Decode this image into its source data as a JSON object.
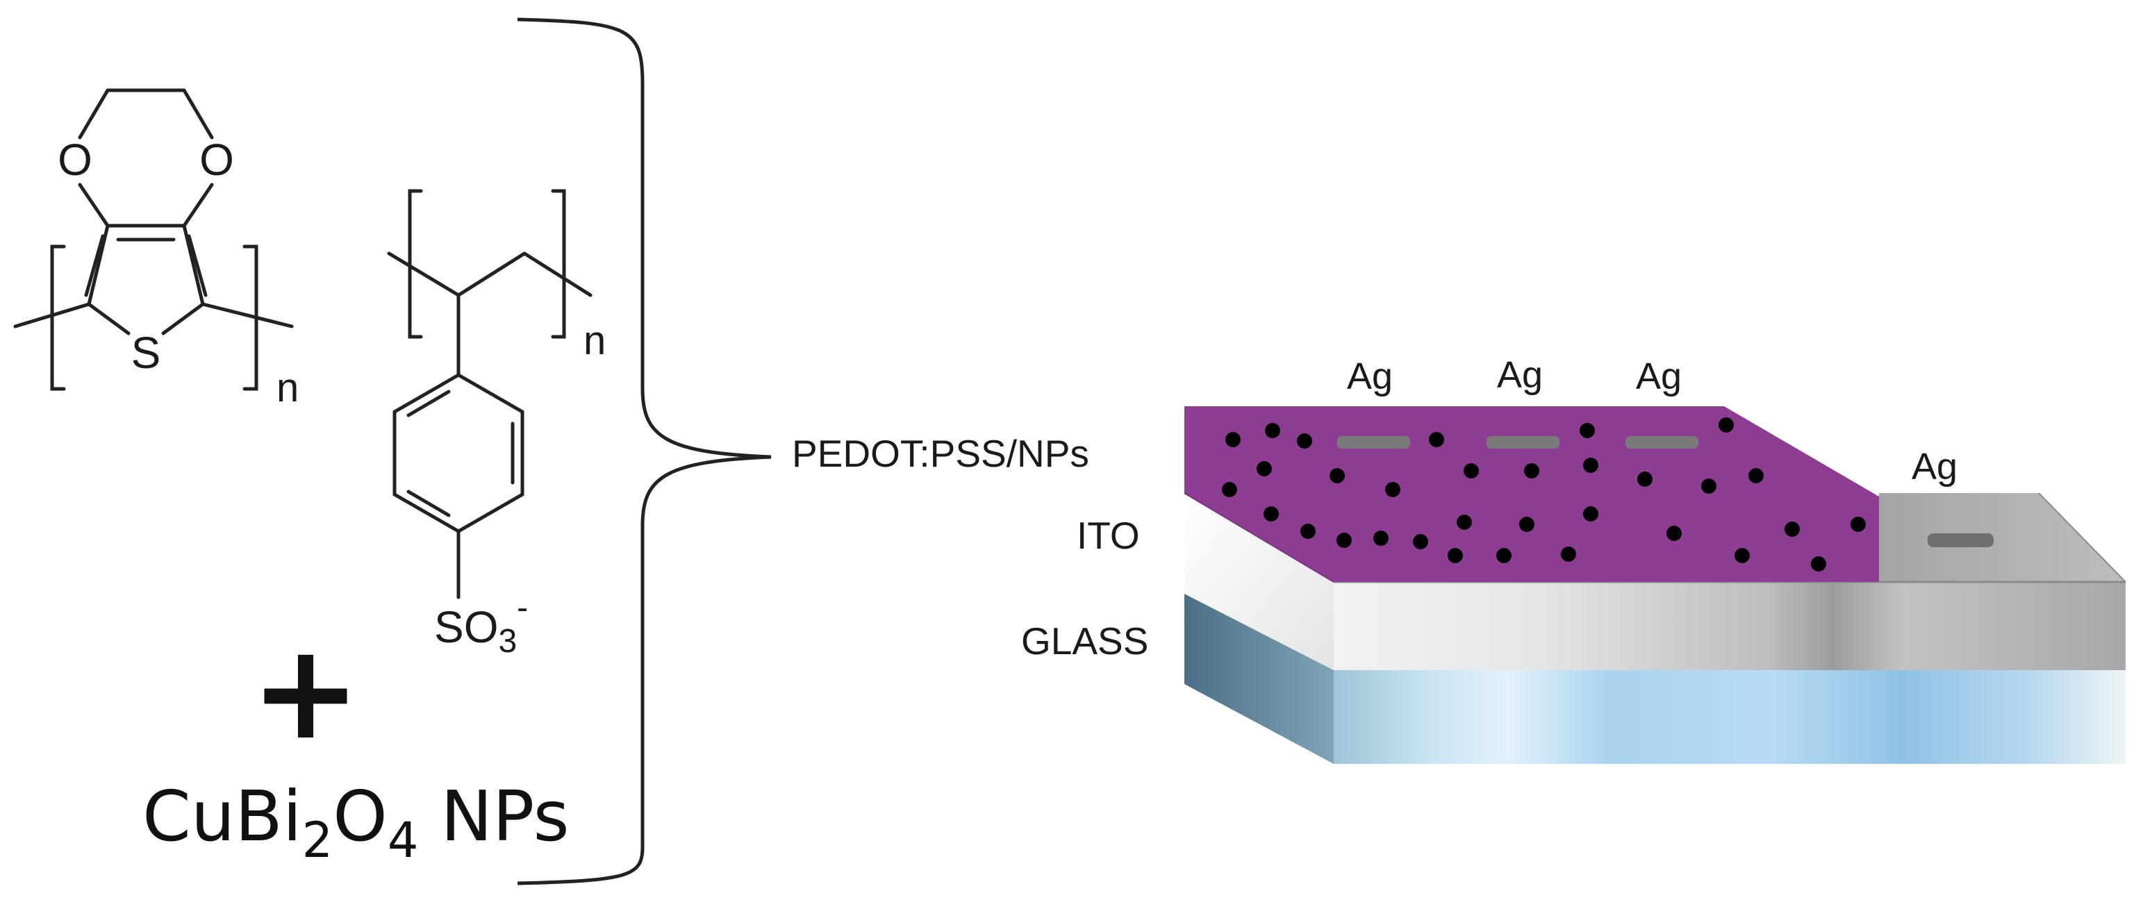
{
  "pedot": {
    "oxygen_left": "O",
    "oxygen_right": "O",
    "sulfur": "S",
    "repeat_subscript": "n"
  },
  "pss": {
    "repeat_subscript": "n",
    "sulfonate": {
      "base": "SO",
      "sub": "3",
      "charge": "-"
    }
  },
  "plus_sign": "+",
  "nanoparticles": {
    "p1": "CuBi",
    "s1": "2",
    "p2": "O",
    "s2": "4",
    "p3": " NPs"
  },
  "layers": {
    "active": "PEDOT:PSS/NPs",
    "electrode": "ITO",
    "substrate": "GLASS"
  },
  "contacts": {
    "top_1": "Ag",
    "top_2": "Ag",
    "top_3": "Ag",
    "side": "Ag"
  },
  "colors": {
    "active_layer": "#8e3e92",
    "nanoparticles": "#000000",
    "ito_light": "#f4f4f4",
    "ito_dark": "#9a9a9a",
    "glass": "#9ccaea",
    "glass_side": "#4e7489",
    "silver_contact": "#7a7a7a"
  }
}
